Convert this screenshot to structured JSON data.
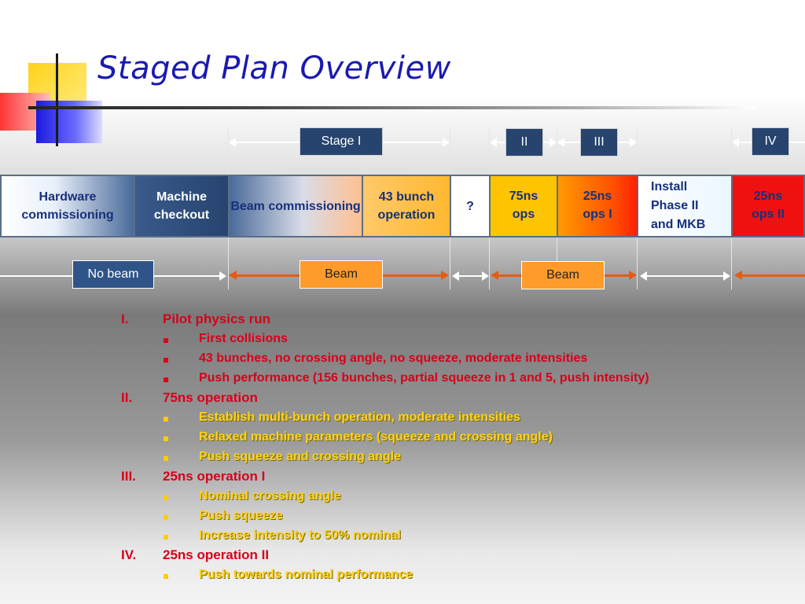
{
  "slide": {
    "title": "Staged Plan Overview"
  },
  "stages": {
    "stage1": "Stage I",
    "stage2": "II",
    "stage3": "III",
    "stage4": "IV"
  },
  "timeline": {
    "cells": [
      {
        "label": "Hardware commissioning"
      },
      {
        "label": "Machine checkout"
      },
      {
        "label": "Beam commissioning"
      },
      {
        "label": "43 bunch operation"
      },
      {
        "label": "?"
      },
      {
        "label": "75ns ops"
      },
      {
        "label": "25ns ops I"
      },
      {
        "label": "Install Phase II and MKB"
      },
      {
        "label": "25ns ops II"
      }
    ]
  },
  "beam_labels": {
    "no_beam": "No beam",
    "beam1": "Beam",
    "beam2": "Beam"
  },
  "plan": [
    {
      "numeral": "I.",
      "title": "Pilot physics run",
      "items": [
        "First collisions",
        "43 bunches, no crossing angle, no squeeze, moderate intensities",
        "Push performance (156 bunches, partial squeeze in 1 and 5, push intensity)"
      ]
    },
    {
      "numeral": "II.",
      "title": "75ns operation",
      "items": [
        "Establish multi-bunch operation, moderate intensities",
        "Relaxed machine parameters (squeeze and crossing angle)",
        "Push squeeze and crossing angle"
      ]
    },
    {
      "numeral": "III.",
      "title": "25ns operation I",
      "items": [
        "Nominal crossing angle",
        "Push squeeze",
        "Increase intensity to 50% nominal"
      ]
    },
    {
      "numeral": "IV.",
      "title": "25ns operation II",
      "items": [
        "Push towards nominal performance"
      ]
    }
  ],
  "colors": {
    "title": "#1a1ab0",
    "heading_red": "#d8001a",
    "bullet_yellow": "#ffd21a",
    "band": "#5a6e86"
  }
}
